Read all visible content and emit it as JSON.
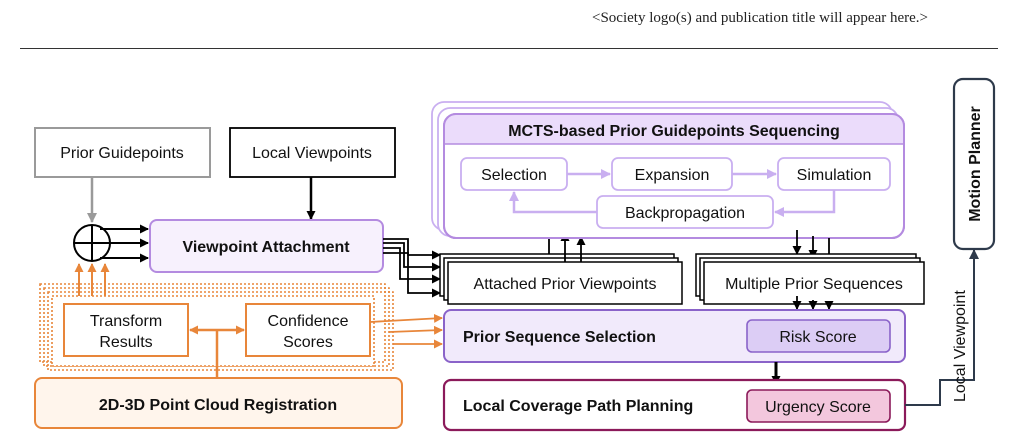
{
  "header": {
    "placeholder": "<Society logo(s) and publication title will appear here.>"
  },
  "diagram": {
    "prior_guidepoints": "Prior Guidepoints",
    "local_viewpoints": "Local Viewpoints",
    "viewpoint_attachment": "Viewpoint Attachment",
    "attached_prior_viewpoints": "Attached Prior Viewpoints",
    "mcts_title": "MCTS-based Prior Guidepoints Sequencing",
    "selection": "Selection",
    "expansion": "Expansion",
    "simulation": "Simulation",
    "backpropagation": "Backpropagation",
    "multiple_prior_sequences": "Multiple Prior Sequences",
    "transform_results_1": "Transform",
    "transform_results_2": "Results",
    "confidence_scores_1": "Confidence",
    "confidence_scores_2": "Scores",
    "registration": "2D-3D Point Cloud Registration",
    "prior_sequence_selection": "Prior Sequence Selection",
    "risk_score": "Risk Score",
    "local_coverage_path_planning": "Local Coverage Path Planning",
    "urgency_score": "Urgency Score",
    "motion_planner": "Motion Planner",
    "local_viewpoint": "Local Viewpoint"
  },
  "colors": {
    "gray": "#9a9a9a",
    "purple": "#b48be0",
    "purple_fill": "#f7f1fd",
    "deep_purple": "#8a63c9",
    "risk_fill": "#dccdf5",
    "orange": "#e8863a",
    "orange_fill": "#fff5ec",
    "maroon": "#8b1a5a",
    "urgency_fill": "#f3c7dd",
    "dark": "#2e3a4b"
  }
}
